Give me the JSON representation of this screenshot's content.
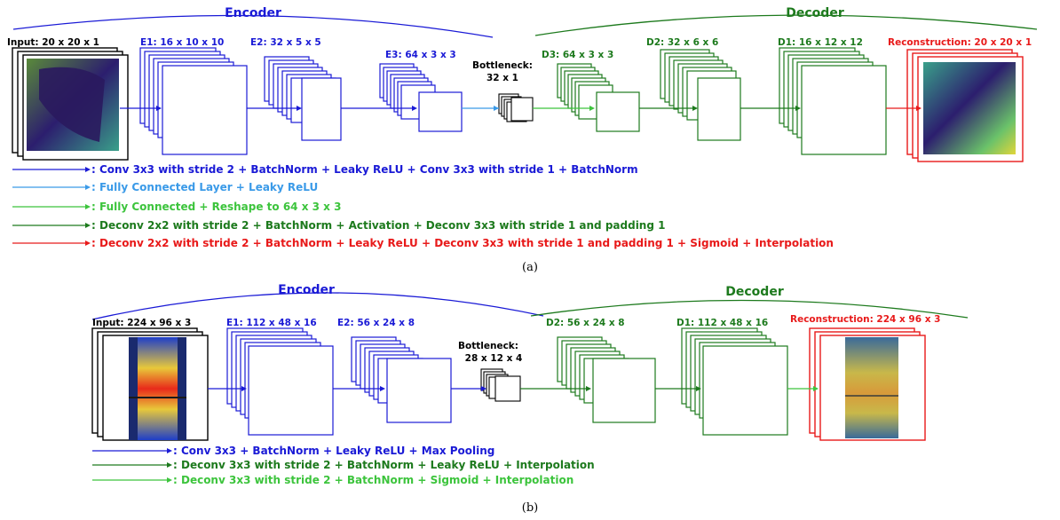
{
  "panel_a": {
    "encoder_label": "Encoder",
    "decoder_label": "Decoder",
    "layers": {
      "input": "Input: 20 x 20 x 1",
      "e1": "E1: 16 x 10 x 10",
      "e2": "E2: 32 x 5 x 5",
      "e3": "E3: 64 x 3 x 3",
      "bottleneck_line1": "Bottleneck:",
      "bottleneck_line2": "32 x 1",
      "d3": "D3: 64 x 3 x 3",
      "d2": "D2: 32 x 6 x 6",
      "d1": "D1: 16 x 12 x 12",
      "reconstruction": "Reconstruction: 20 x 20 x 1"
    },
    "legend": [
      {
        "text": ": Conv 3x3 with stride 2 + BatchNorm + Leaky ReLU + Conv 3x3 with stride 1 + BatchNorm",
        "color": "#1a1ad6"
      },
      {
        "text": ": Fully Connected Layer + Leaky ReLU",
        "color": "#3a9ae8"
      },
      {
        "text": ": Fully Connected + Reshape to 64 x 3 x 3",
        "color": "#3cc43c"
      },
      {
        "text": ": Deconv 2x2 with stride 2 + BatchNorm + Activation + Deconv 3x3 with stride 1 and padding 1",
        "color": "#1d7a1d"
      },
      {
        "text": ": Deconv 2x2 with stride 2 + BatchNorm + Leaky ReLU + Deconv 3x3 with stride 1 and padding 1 + Sigmoid + Interpolation",
        "color": "#e81a1a"
      }
    ],
    "caption": "(a)"
  },
  "panel_b": {
    "encoder_label": "Encoder",
    "decoder_label": "Decoder",
    "layers": {
      "input": "Input: 224 x 96 x 3",
      "e1": "E1: 112 x 48 x 16",
      "e2": "E2: 56 x 24 x 8",
      "bottleneck_line1": "Bottleneck:",
      "bottleneck_line2": "28 x 12 x 4",
      "d2": "D2: 56 x 24 x 8",
      "d1": "D1: 112 x 48 x 16",
      "reconstruction": "Reconstruction: 224 x 96 x 3"
    },
    "legend": [
      {
        "text": ": Conv 3x3 + BatchNorm + Leaky ReLU + Max Pooling",
        "color": "#1a1ad6"
      },
      {
        "text": ": Deconv 3x3 with stride 2 + BatchNorm + Leaky ReLU + Interpolation",
        "color": "#1d7a1d"
      },
      {
        "text": ": Deconv 3x3 with stride 2 + BatchNorm + Sigmoid + Interpolation",
        "color": "#3cc43c"
      }
    ],
    "caption": "(b)"
  },
  "colors": {
    "encoder": "#1a1ad6",
    "fc": "#3a9ae8",
    "fc_reshape": "#3cc43c",
    "decoder": "#1d7a1d",
    "reconstruction": "#e81a1a",
    "neutral": "#000000"
  }
}
